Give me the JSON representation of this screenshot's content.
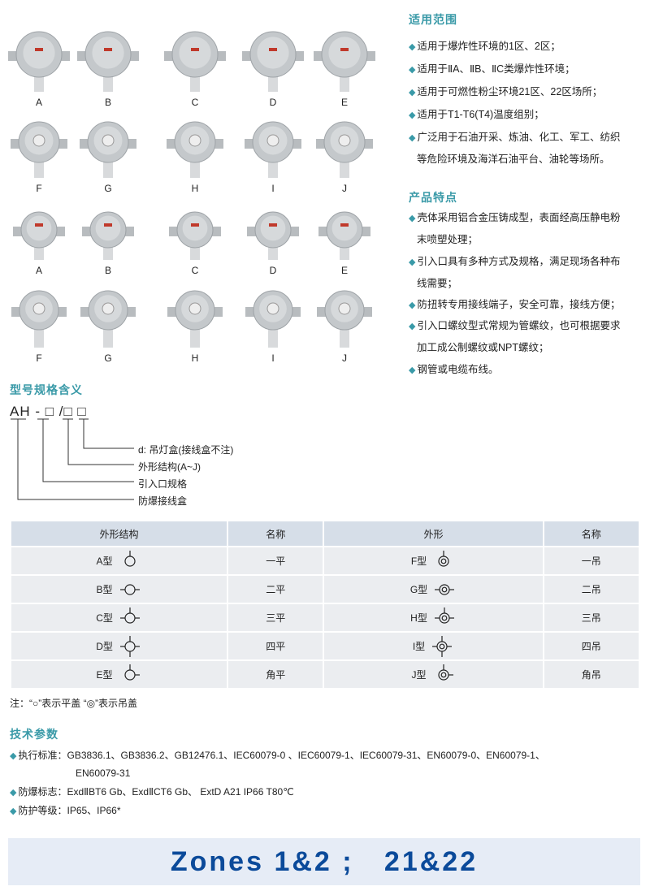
{
  "photos": {
    "row1": [
      "A",
      "B",
      "C",
      "D",
      "E"
    ],
    "row2": [
      "F",
      "G",
      "H",
      "I",
      "J"
    ],
    "row3": [
      "A",
      "B",
      "C",
      "D",
      "E"
    ],
    "row4": [
      "F",
      "G",
      "H",
      "I",
      "J"
    ]
  },
  "scope": {
    "title": "适用范围",
    "items": [
      "适用于爆炸性环境的1区、2区；",
      "适用于ⅡA、ⅡB、ⅡC类爆炸性环境；",
      "适用于可燃性粉尘环境21区、22区场所；",
      "适用于T1-T6(T4)温度组别；",
      "广泛用于石油开采、炼油、化工、军工、纺织",
      "等危险环境及海洋石油平台、油轮等场所。"
    ]
  },
  "features": {
    "title": "产品特点",
    "lines": [
      "壳体采用铝合金压铸成型，表面经高压静电粉",
      "末喷塑处理；",
      "引入口具有多种方式及规格，满足现场各种布",
      "线需要；",
      "防扭转专用接线端子，安全可靠，接线方便；",
      "引入口螺纹型式常规为管螺纹，也可根据要求",
      "加工成公制螺纹或NPT螺纹；",
      "钢管或电缆布线。"
    ]
  },
  "model": {
    "title": "型号规格含义",
    "code": "AH - □ /□ □",
    "legend": [
      "d: 吊灯盒(接线盒不注)",
      "外形结构(A~J)",
      "引入口规格",
      "防爆接线盒"
    ]
  },
  "table": {
    "headers": [
      "外形结构",
      "名称",
      "外形",
      "名称"
    ],
    "rows": [
      {
        "a": "A型",
        "an": "一平",
        "b": "F型",
        "bn": "一吊",
        "stubs": "t"
      },
      {
        "a": "B型",
        "an": "二平",
        "b": "G型",
        "bn": "二吊",
        "stubs": "lr"
      },
      {
        "a": "C型",
        "an": "三平",
        "b": "H型",
        "bn": "三吊",
        "stubs": "tlr"
      },
      {
        "a": "D型",
        "an": "四平",
        "b": "I型",
        "bn": "四吊",
        "stubs": "tlrb"
      },
      {
        "a": "E型",
        "an": "角平",
        "b": "J型",
        "bn": "角吊",
        "stubs": "tr"
      }
    ],
    "note": "注：“○”表示平盖 “◎”表示吊盖"
  },
  "tech": {
    "title": "技术参数",
    "standard_label": "执行标准：",
    "standard": "GB3836.1、GB3836.2、GB12476.1、IEC60079-0 、IEC60079-1、IEC60079-31、EN60079-0、EN60079-1、",
    "standard_cont": "EN60079-31",
    "marking_label": "防爆标志：",
    "marking": "ExdⅡBT6 Gb、ExdⅡCT6 Gb、 ExtD A21 IP66 T80℃",
    "protection_label": "防护等级：",
    "protection": "IP65、IP66*"
  },
  "banner": "Zones 1&2 ;   21&22"
}
